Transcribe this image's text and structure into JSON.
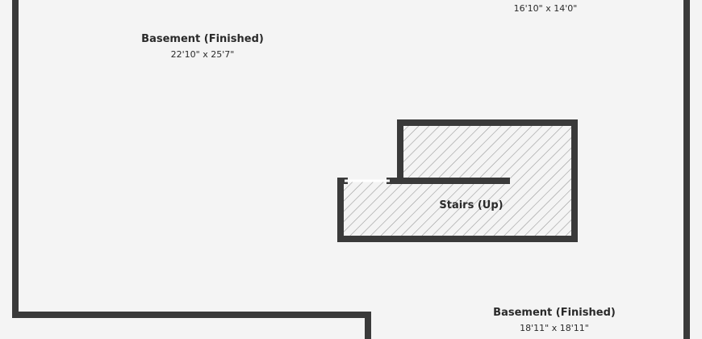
{
  "rooms": [
    {
      "name": "",
      "dimensions": "16'10\" x 14'0\""
    },
    {
      "name": "Basement (Finished)",
      "dimensions": "22'10\" x 25'7\""
    },
    {
      "name": "Stairs (Up)",
      "dimensions": ""
    },
    {
      "name": "Basement (Finished)",
      "dimensions": "18'11\" x 18'11\""
    }
  ],
  "colors": {
    "background": "#f4f4f4",
    "wall": "#3a3a3a",
    "text": "#2a2a2a",
    "hatch": "#9a9a9a"
  }
}
